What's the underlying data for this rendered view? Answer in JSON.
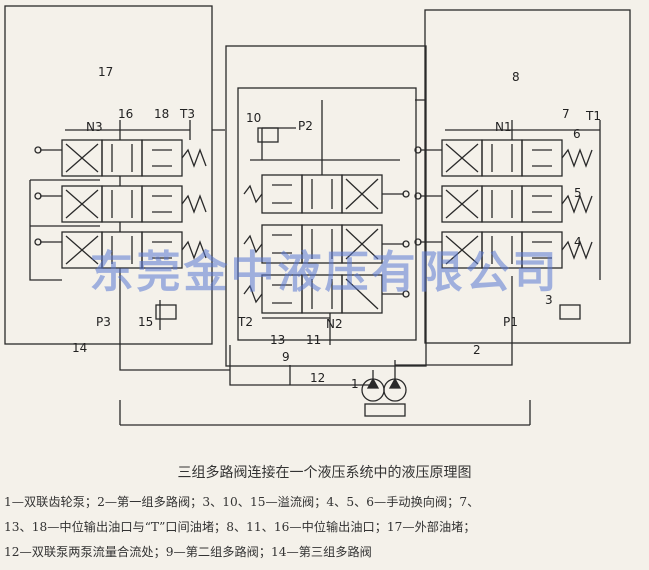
{
  "labels": {
    "n1": "N1",
    "n2": "N2",
    "n3": "N3",
    "p1": "P1",
    "p2": "P2",
    "p3": "P3",
    "t1": "T1",
    "t2": "T2",
    "t3": "T3",
    "c1": "1",
    "c2": "2",
    "c3": "3",
    "c4": "4",
    "c5": "5",
    "c6": "6",
    "c7": "7",
    "c8": "8",
    "c9": "9",
    "c10": "10",
    "c11": "11",
    "c12": "12",
    "c13": "13",
    "c14": "14",
    "c15": "15",
    "c16": "16",
    "c17": "17",
    "c18": "18"
  },
  "watermark": "东莞金中液压有限公司",
  "caption": {
    "title": "三组多路阀连接在一个液压系统中的液压原理图",
    "lines": [
      "1—双联齿轮泵；2—第一组多路阀；3、10、15—溢流阀；4、5、6—手动换向阀；7、",
      "13、18—中位输出油口与“T”口间油堵；8、11、16—中位输出油口；17—外部油堵；",
      "12—双联泵两泵流量合流处；9—第二组多路阀；14—第三组多路阀"
    ]
  }
}
